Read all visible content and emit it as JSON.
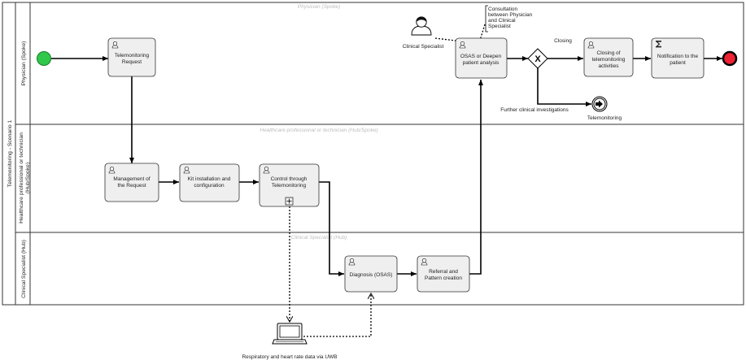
{
  "pool": {
    "title": "Telemonitoring - Scenario 1"
  },
  "lanes": [
    {
      "id": "physician",
      "title": "Physician (Spoke)",
      "watermark": "Physician (Spoke)"
    },
    {
      "id": "healthcare",
      "title_lines": [
        "Healthcare professional or technician",
        "(Hub/Spoke)"
      ],
      "watermark": "Healthcare professional or technician (Hub/Spoke)"
    },
    {
      "id": "clinical",
      "title": "Clinical Specialist (Hub)",
      "watermark": "Clinical Specialist (Hub)"
    }
  ],
  "tasks": {
    "telemonitoring_request": {
      "lines": [
        "Telemonitoring",
        "Request"
      ]
    },
    "management_request": {
      "lines": [
        "Management of",
        "the Request"
      ]
    },
    "kit_installation": {
      "lines": [
        "Kit installation and",
        "configuration"
      ]
    },
    "control_telemonitoring": {
      "lines": [
        "Control through",
        "Telemonitoring"
      ]
    },
    "diagnosis": {
      "lines": [
        "Diagnosis (OSAS)"
      ]
    },
    "referral": {
      "lines": [
        "Referral and",
        "Pattern creation"
      ]
    },
    "osas_analysis": {
      "lines": [
        "OSAS or Deepen",
        "patient analysis"
      ]
    },
    "closing_activities": {
      "lines": [
        "Closing of",
        "telemonitoring",
        "activities"
      ]
    },
    "notification": {
      "lines": [
        "Notification to the",
        "patient"
      ]
    }
  },
  "annotation": {
    "lines": [
      "Consultation",
      "between Physician",
      "and Clinical",
      "Specialist"
    ]
  },
  "actors": {
    "clinical_specialist": {
      "label": "Clinical Specialist"
    },
    "device": {
      "label": "Respiratory and heart rate data via UWB"
    }
  },
  "gateway": {
    "symbol": "X"
  },
  "flow_labels": {
    "closing": "Closing",
    "further": "Further clinical investigations"
  },
  "events": {
    "telemonitoring_link": {
      "label": "Telemonitoring"
    }
  }
}
